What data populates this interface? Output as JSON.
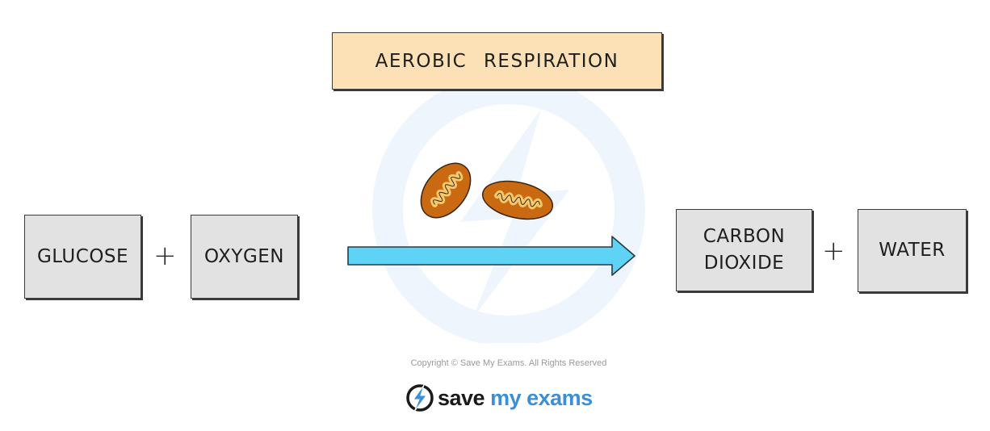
{
  "title": "AEROBIC RESPIRATION",
  "reactants": [
    {
      "label": "GLUCOSE"
    },
    {
      "label": "OXYGEN"
    }
  ],
  "products": [
    {
      "label": "CARBON\nDIOXIDE"
    },
    {
      "label": "WATER"
    }
  ],
  "operators": {
    "plus": "+"
  },
  "colors": {
    "title_box": "#fde1b6",
    "term_box": "#e2e2e2",
    "arrow": "#5fd3f5",
    "mitochondrion": "#c96a12",
    "mitochondrion_inner": "#f5c86a",
    "brand_blue": "#3b8fd9"
  },
  "icons": {
    "mitochondria": "mitochondria-icon",
    "arrow": "right-arrow-icon",
    "brand": "lightning-bolt-icon"
  },
  "footer": {
    "copyright": "Copyright © Save My Exams. All Rights Reserved",
    "brand_first": "save",
    "brand_rest": "my exams"
  }
}
